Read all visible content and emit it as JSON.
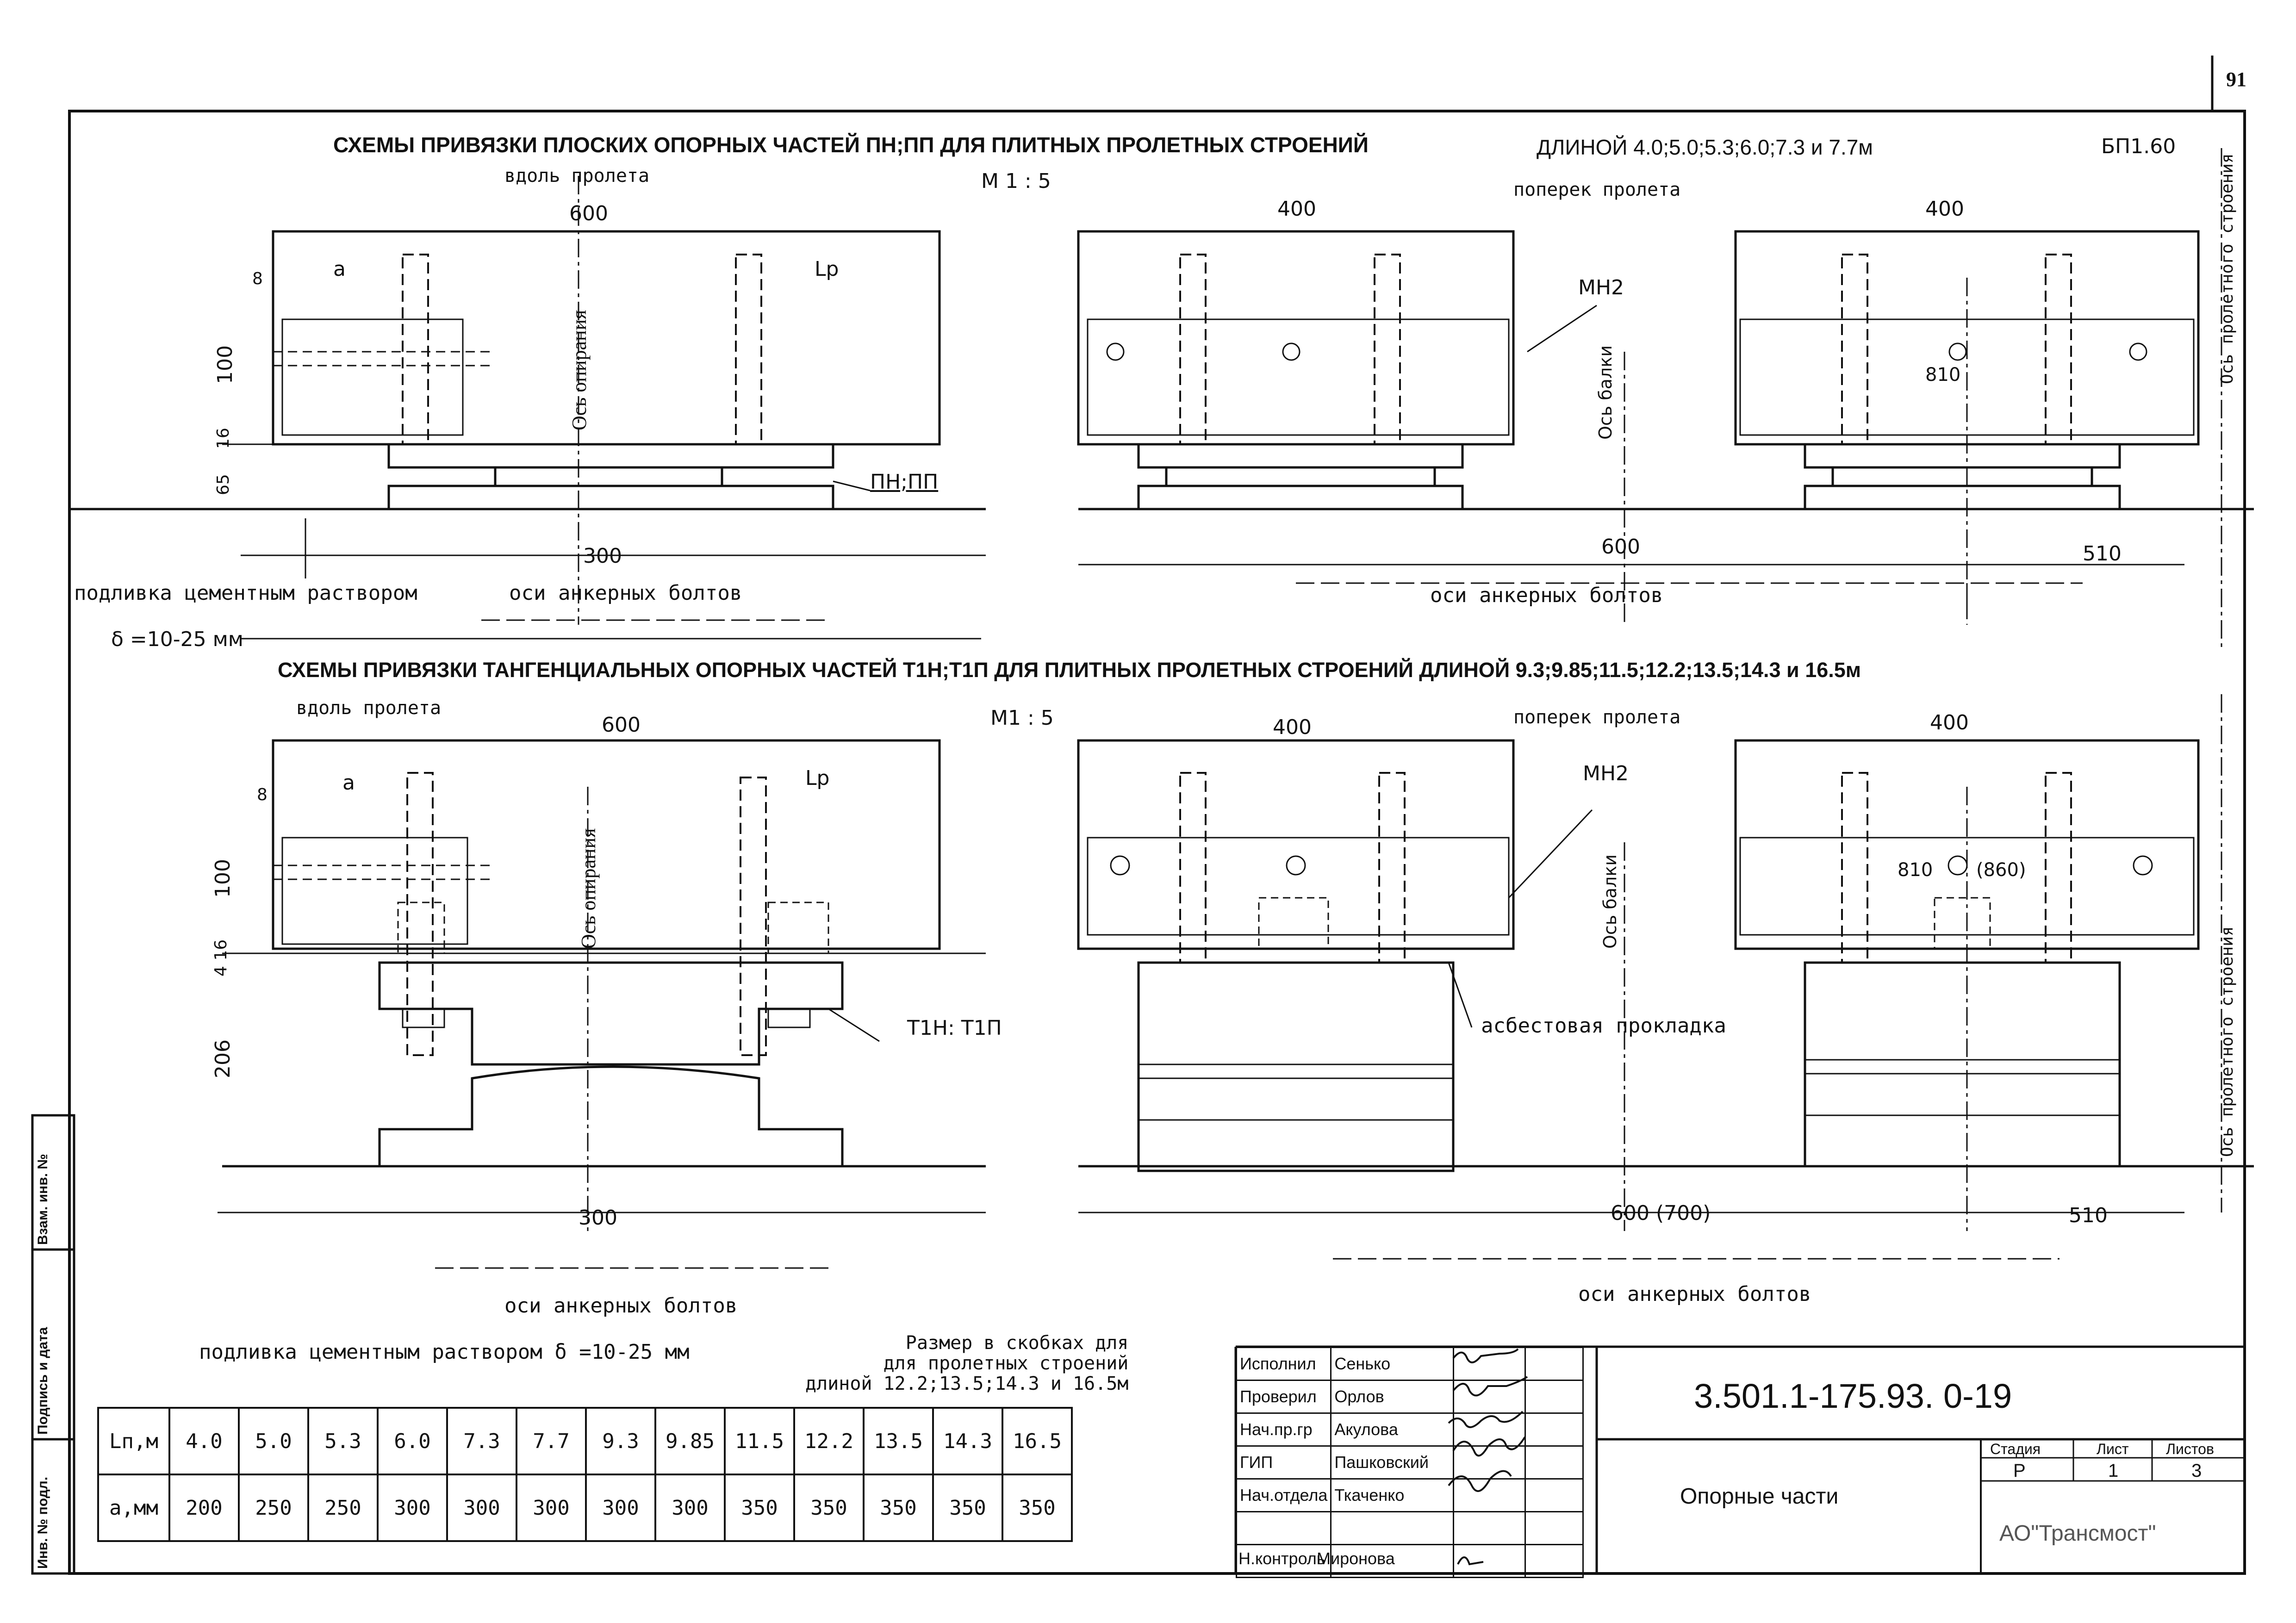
{
  "sheet_number": "91",
  "scheme1": {
    "title": "СХЕМЫ ПРИВЯЗКИ ПЛОСКИХ ОПОРНЫХ ЧАСТЕЙ    ПН;ПП ДЛЯ ПЛИТНЫХ ПРОЛЕТНЫХ СТРОЕНИЙ",
    "title_lengths": "ДЛИНОЙ 4.0;5.0;5.3;6.0;7.3 и 7.7м",
    "code": "БП1.60",
    "scale": "М 1 : 5",
    "along_span": "вдоль пролета",
    "across_span": "поперек пролета",
    "dim_600": "600",
    "dim_400_left": "400",
    "dim_400_right": "400",
    "dim_8": "8",
    "dim_a": "а",
    "dim_lp": "Lp",
    "dim_100": "100",
    "dim_16": "16",
    "dim_65": "65",
    "dim_300": "300",
    "dim_600_bottom": "600",
    "dim_510": "510",
    "dim_810": "810",
    "axis_support": "Ось опирания",
    "axis_beam": "Ось балки",
    "axis_span": "Ось пролетного строения",
    "mark_mn2": "МН2",
    "bearing": "ПН;ПП",
    "grout": "подливка цементным раствором",
    "delta": "δ =10-25  мм",
    "anchor_axes_left": "оси анкерных болтов",
    "anchor_axes_right": "оси анкерных болтов"
  },
  "scheme2": {
    "title": "СХЕМЫ ПРИВЯЗКИ ТАНГЕНЦИАЛЬНЫХ ОПОРНЫХ ЧАСТЕЙ   Т1Н;Т1П ДЛЯ ПЛИТНЫХ ПРОЛЕТНЫХ СТРОЕНИЙ  ДЛИНОЙ 9.3;9.85;11.5;12.2;13.5;14.3 и 16.5м",
    "scale": "М1 : 5",
    "along_span": "вдоль пролета",
    "across_span": "поперек пролета",
    "dim_600": "600",
    "dim_400_left": "400",
    "dim_400_right": "400",
    "dim_8": "8",
    "dim_a": "а",
    "dim_lp": "Lp",
    "dim_100": "100",
    "dim_4_16": "4 16",
    "dim_206": "206",
    "dim_300": "300",
    "dim_600_bottom": "600  (700)",
    "dim_510": "510",
    "dim_810": "810",
    "dim_860": "(860)",
    "axis_support": "Ось опирания",
    "axis_beam": "Ось балки",
    "axis_span": "Ось пролетного строения",
    "mark_mn2": "МН2",
    "bearing": "Т1Н: Т1П",
    "gasket": "асбестовая прокладка",
    "anchor_axes_left": "оси анкерных болтов",
    "anchor_axes_right": "оси анкерных болтов"
  },
  "grout_note": "подливка цементным раствором δ =10-25  мм",
  "bracket_note": [
    "Размер в скобках для",
    "для пролетных строений",
    "длиной 12.2;13.5;14.3 и 16.5м"
  ],
  "lp_table": {
    "row1_head": "Lп,м",
    "row2_head": "а,мм",
    "lp": [
      "4.0",
      "5.0",
      "5.3",
      "6.0",
      "7.3",
      "7.7",
      "9.3",
      "9.85",
      "11.5",
      "12.2",
      "13.5",
      "14.3",
      "16.5"
    ],
    "a": [
      "200",
      "250",
      "250",
      "300",
      "300",
      "300",
      "300",
      "300",
      "350",
      "350",
      "350",
      "350",
      "350"
    ]
  },
  "signatures": [
    {
      "role": "Исполнил",
      "name": "Сенько"
    },
    {
      "role": "Проверил",
      "name": "Орлов"
    },
    {
      "role": "Нач.пр.гр",
      "name": "Акулова"
    },
    {
      "role": "ГИП",
      "name": "Пашковский"
    },
    {
      "role": "Нач.отдела",
      "name": "Ткаченко"
    },
    {
      "role": "",
      "name": ""
    },
    {
      "role": "",
      "name": ""
    },
    {
      "role": "Н.контроль",
      "name": "Миронова"
    }
  ],
  "doc_code": "3.501.1-175.93. 0-19",
  "doc_name": "Опорные    части",
  "stage_head": "Стадия",
  "sheet_head": "Лист",
  "sheets_head": "Листов",
  "stage": "Р",
  "sheet": "1",
  "sheets": "3",
  "org": "АО\"Трансмост\"",
  "left_strip": {
    "inv": "Инв. № подл.",
    "sign_date": "Подпись и дата",
    "vzam": "Взам. инв. №"
  }
}
